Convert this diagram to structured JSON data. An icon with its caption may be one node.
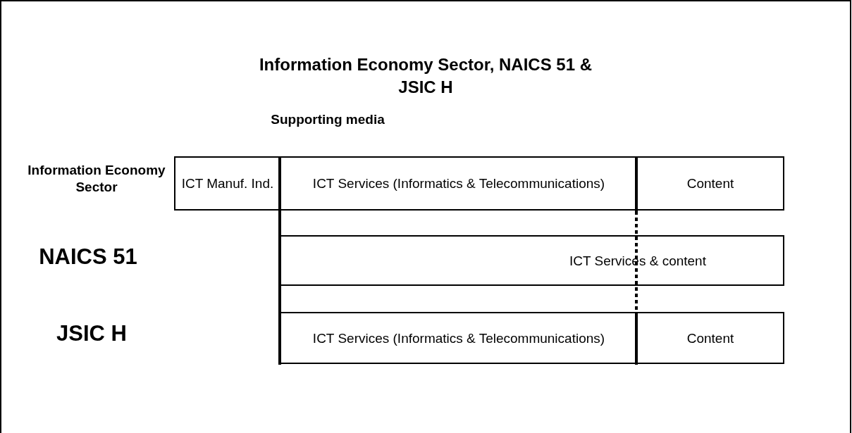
{
  "diagram": {
    "title": "Information Economy Sector, NAICS 51 & JSIC H",
    "nodes": [
      {
        "text": [
          "ICT Manuf. Ind."
        ]
      },
      {
        "text": [
          "ICT Services (Informatics & Telecommunications)"
        ]
      },
      {
        "text": [
          "Content"
        ]
      },
      {
        "text": [
          "ICT Services & content"
        ]
      },
      {
        "text": [
          "ICT Services (Informatics & Telecommunications)"
        ]
      },
      {
        "text": [
          "Content"
        ]
      }
    ],
    "labels": [
      "Supporting media",
      "Information Economy Sector",
      "NAICS 51",
      "JSIC H"
    ]
  }
}
